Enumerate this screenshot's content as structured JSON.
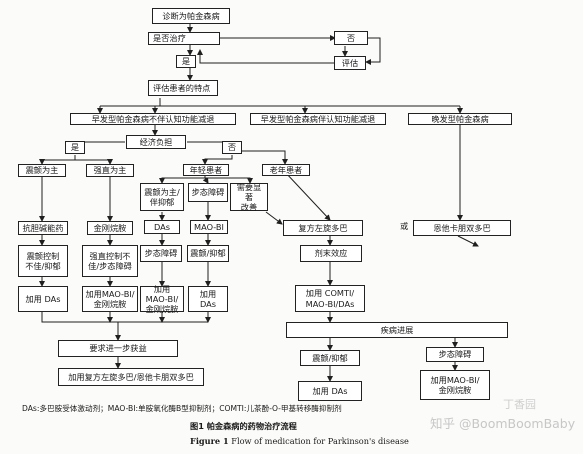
{
  "nodes": {
    "diagnosis": "诊断为帕金森病",
    "treat_decision": "是否治疗",
    "no_1": "否",
    "evaluate": "评估",
    "yes_1": "是",
    "assess_features": "评估患者的特点",
    "early_no_cog": "早发型帕金森病不伴认知功能减退",
    "early_cog": "早发型帕金森病伴认知功能减退",
    "late_onset": "晚发型帕金森病",
    "econ_burden": "经济负担",
    "yes_2": "是",
    "no_2": "否",
    "tremor_dom": "震颤为主",
    "rigid_dom": "强直为主",
    "young_pt": "年轻患者",
    "old_pt": "老年患者",
    "tremor_dep": "震颤为主/\n伴抑郁",
    "gait_dis": "步态障碍",
    "need_improve": "需要显著\n改善",
    "anticholinergic": "抗胆碱能药",
    "amantadine": "金刚烷胺",
    "das": "DAs",
    "maob": "MAO-BI",
    "levodopa_or": "复方左旋多巴",
    "or_word": "或",
    "entacapone": "恩他卡朋双多巴",
    "tremor_poor": "震颤控制\n不佳/抑郁",
    "rigid_poor": "强直控制不\n佳/步态障碍",
    "gait_dis_2": "步态障碍",
    "tremor_dep_2": "震颤/抑郁",
    "wear_off": "剂末效应",
    "add_das_1": "加用 DAs",
    "add_maob_aman_1": "加用MAO-BI/\n金刚烷胺",
    "add_maob_aman_2": "加用MAO-BI/\n金刚烷胺",
    "add_das_2": "加用 DAs",
    "add_comt": "加用 COMTI/\nMAO-BI/DAs",
    "progress": "疾病进展",
    "needs_more": "要求进一步获益",
    "add_levo_ent": "加用复方左旋多巴/恩他卡朋双多巴",
    "tremor_dep_3": "震颤/抑郁",
    "gait_dis_3": "步态障碍",
    "add_das_3": "加用 DAs",
    "add_maob_aman_3": "加用MAO-BI/\n金刚烷胺"
  },
  "captions": {
    "abbreviations": "DAs:多巴胺受体激动剂；MAO-BI:单胺氧化酶B型抑制剂；COMTI:儿茶酚-O-甲基转移酶抑制剂",
    "title_cn": "图1   帕金森病的药物治疗流程",
    "title_en_prefix": "Figure 1",
    "title_en": "   Flow of medication for Parkinson's disease"
  },
  "watermark": "知乎 @BoomBoomBaby",
  "watermark_logo": "丁香园",
  "colors": {
    "line": "#1f1f1f",
    "box_border": "#222222",
    "background": "#fbfbf9"
  }
}
